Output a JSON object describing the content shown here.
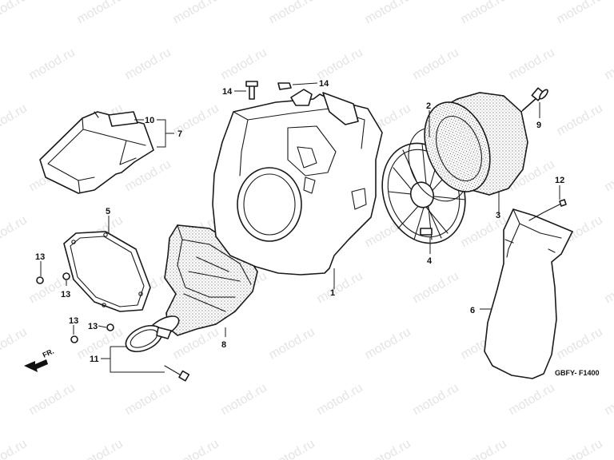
{
  "diagram": {
    "drawing_code": "GBFY- F1400",
    "front_marker": "FR.",
    "watermark_text": "motod.ru",
    "callouts": {
      "c1": "1",
      "c2": "2",
      "c3": "3",
      "c4": "4",
      "c5": "5",
      "c6": "6",
      "c7": "7",
      "c8": "8",
      "c9": "9",
      "c10": "10",
      "c11": "11",
      "c12": "12",
      "c13a": "13",
      "c13b": "13",
      "c13c": "13",
      "c13d": "13",
      "c14a": "14",
      "c14b": "14"
    }
  }
}
